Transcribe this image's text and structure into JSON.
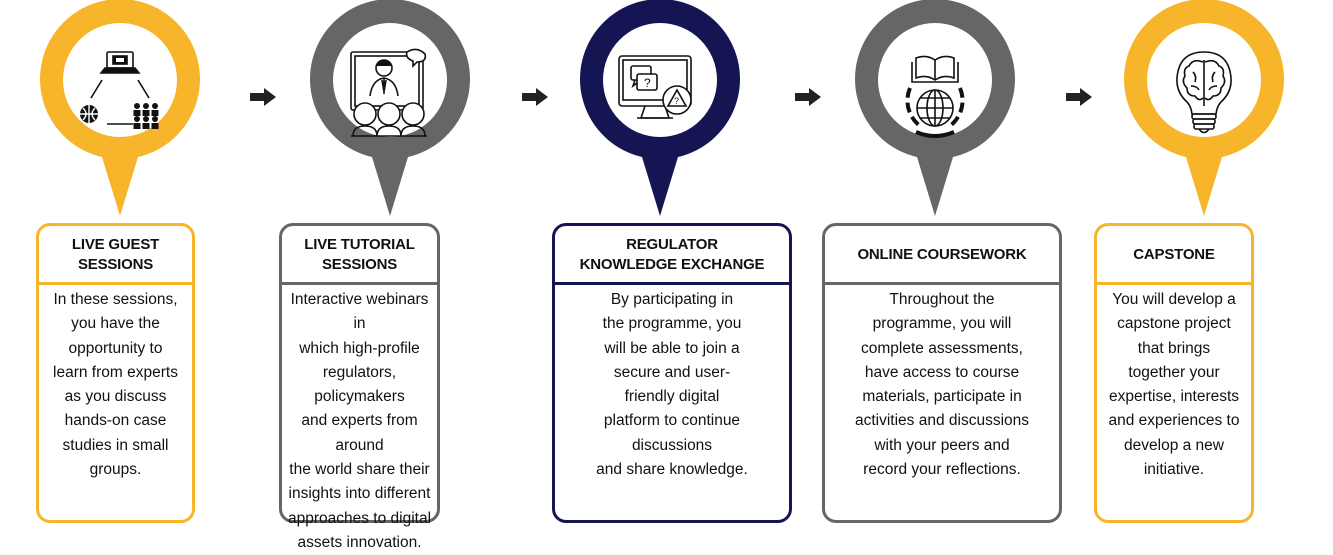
{
  "colors": {
    "yellow": "#F7B52B",
    "gray": "#666666",
    "navy": "#161553",
    "arrow": "#222222"
  },
  "steps": [
    {
      "icon": "video-conference-icon",
      "color": "#F7B52B",
      "title": "LIVE GUEST SESSIONS",
      "body": "In these sessions,\nyou have the\nopportunity to\nlearn from experts\nas you discuss\nhands-on  case\nstudies in small\ngroups."
    },
    {
      "icon": "webinar-presenter-icon",
      "color": "#666666",
      "title": "LIVE TUTORIAL\nSESSIONS",
      "body": "Interactive webinars in\nwhich high-profile\nregulators, policymakers\nand experts from around\nthe world share their\ninsights into different\napproaches to digital\nassets innovation."
    },
    {
      "icon": "digital-platform-icon",
      "color": "#161553",
      "title": "REGULATOR\nKNOWLEDGE EXCHANGE",
      "body": "By participating in\nthe programme, you\nwill be able to join a\nsecure and user-\nfriendly digital\nplatform to continue\ndiscussions\nand share knowledge."
    },
    {
      "icon": "online-learning-icon",
      "color": "#666666",
      "title": "ONLINE COURSEWORK",
      "body": "Throughout the\nprogramme, you will\ncomplete assessments,\nhave access to course\nmaterials, participate in\nactivities and discussions\nwith your peers and\nrecord your reflections."
    },
    {
      "icon": "brain-lightbulb-icon",
      "color": "#F7B52B",
      "title": "CAPSTONE",
      "body": "You will develop a\ncapstone project\nthat brings\ntogether your\nexpertise, interests\nand experiences to\ndevelop a new\ninitiative."
    }
  ]
}
